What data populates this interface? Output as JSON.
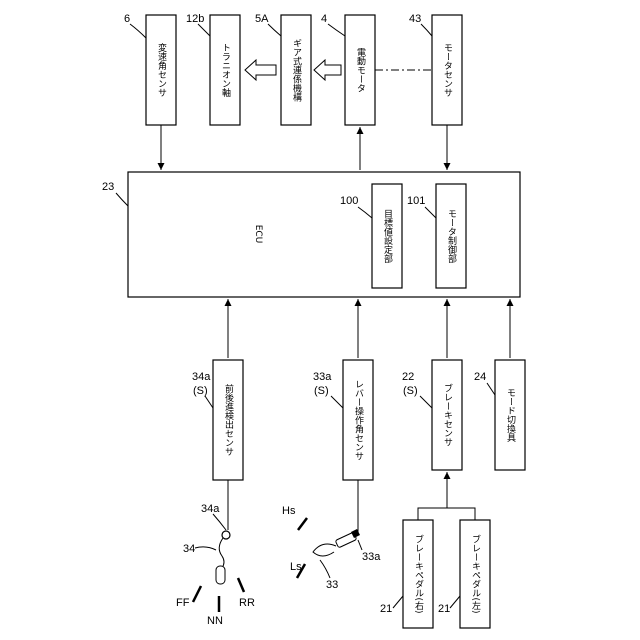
{
  "boxes": {
    "b6": "変速角センサ",
    "b12b": "トラニオン軸",
    "b5A": "ギア式連係機構",
    "b4": "電動モータ",
    "b43": "モータセンサ",
    "ecu": "ECU",
    "b100": "目標値設定部",
    "b101": "モータ制御部",
    "b34a": "前後進検出センサ",
    "b33a": "レバー操作角センサ",
    "b22": "ブレーキセンサ",
    "b24": "モード切換具",
    "b21r": "ブレーキペダル(右)",
    "b21l": "ブレーキペダル(左)"
  },
  "refs": {
    "r6": "6",
    "r12b": "12b",
    "r5A": "5A",
    "r4": "4",
    "r43": "43",
    "r23": "23",
    "r100": "100",
    "r101": "101",
    "r34a_box": "34a",
    "r34a_box_s": "(S)",
    "r33a_box": "33a",
    "r33a_box_s": "(S)",
    "r22": "22",
    "r22_s": "(S)",
    "r24": "24",
    "r34a_dev": "34a",
    "r34": "34",
    "r33": "33",
    "r33a_dev": "33a",
    "r21r": "21",
    "r21l": "21"
  },
  "positions": {
    "ff": "FF",
    "nn": "NN",
    "rr": "RR",
    "hs": "Hs",
    "ls": "Ls"
  }
}
